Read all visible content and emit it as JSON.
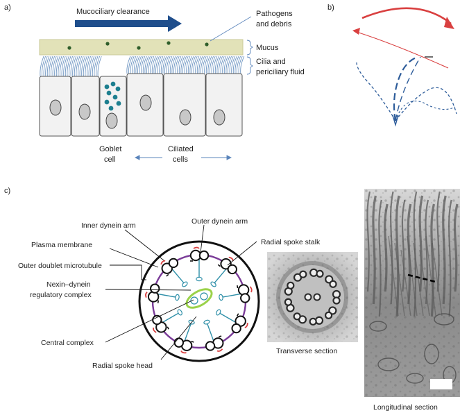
{
  "panel_a": {
    "panel_label": "a)",
    "arrow_label": "Mucociliary clearance",
    "pathogens_label": [
      "Pathogens",
      "and debris"
    ],
    "mucus_label": "Mucus",
    "cilia_label": [
      "Cilia and",
      "periciliary fluid"
    ],
    "goblet_label": [
      "Goblet",
      "cell"
    ],
    "ciliated_label": [
      "Ciliated",
      "cells"
    ]
  },
  "panel_b": {
    "panel_label": "b)"
  },
  "panel_c": {
    "panel_label": "c)",
    "labels": {
      "inner_dynein_arm": "Inner dynein arm",
      "outer_dynein_arm": "Outer dynein arm",
      "plasma_membrane": "Plasma membrane",
      "radial_spoke_stalk": "Radial spoke stalk",
      "outer_doublet": "Outer doublet microtubule",
      "nexin": [
        "Nexin–dynein",
        "regulatory complex"
      ],
      "central_complex": "Central complex",
      "radial_spoke_head": "Radial spoke head"
    },
    "transverse_caption": "Transverse section",
    "longitudinal_caption": "Longitudinal section"
  },
  "colors": {
    "arrow_blue": "#1f4e8c",
    "mucus_fill": "#e2e2b8",
    "particle_green": "#2f5e2a",
    "cilia_blue": "#6f96c2",
    "goblet_dot": "#1d7f8f",
    "bracket_blue": "#5a84bb",
    "red_curve": "#d94040",
    "purple_membrane": "#7a3b98",
    "teal_spoke": "#2e8fa8",
    "central_green": "#9bd24a"
  }
}
